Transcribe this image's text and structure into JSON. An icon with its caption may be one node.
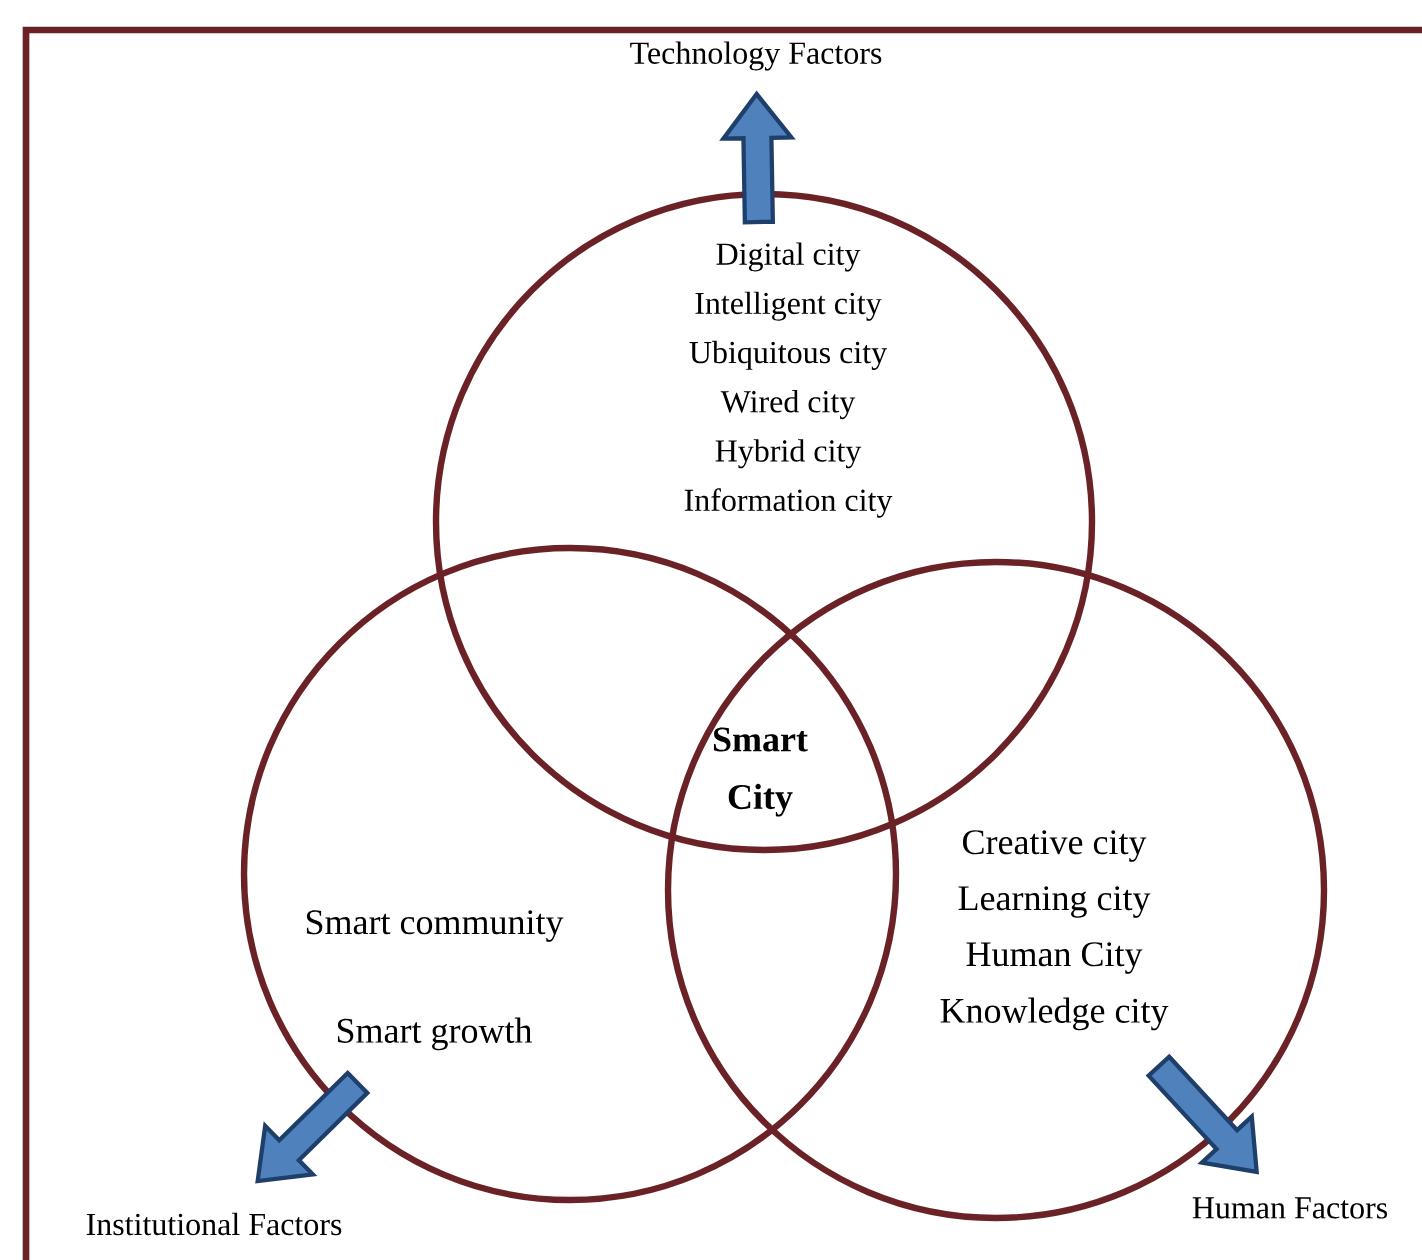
{
  "diagram": {
    "nodes": [
      {
        "text": [
          "Technology Factors"
        ]
      },
      {
        "text": [
          "Digital city",
          "Intelligent city",
          "Ubiquitous city",
          "Wired city",
          "Hybrid city",
          "Information city"
        ]
      },
      {
        "text": [
          "Smart community",
          "Smart growth"
        ]
      },
      {
        "text": [
          "Creative city",
          "Learning city",
          "Human City",
          "Knowledge city"
        ]
      },
      {
        "text": [
          "**Smart** **City**"
        ]
      },
      {
        "text": [
          "Institutional Factors"
        ]
      },
      {
        "text": [
          "Human Factors"
        ]
      }
    ],
    "edges": [
      {
        "from": 1,
        "to": 0,
        "arrow": "to"
      },
      {
        "from": 2,
        "to": 5,
        "arrow": "to"
      },
      {
        "from": 3,
        "to": 6,
        "arrow": "to"
      }
    ]
  }
}
